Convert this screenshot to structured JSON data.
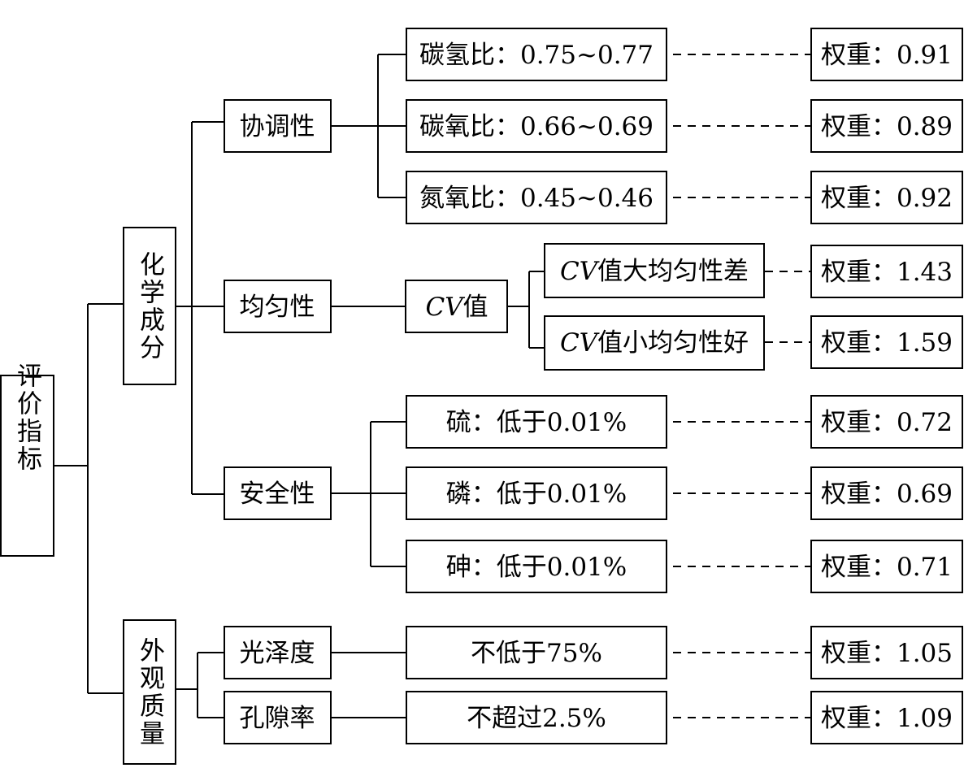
{
  "root": "评价指标",
  "level1": {
    "chemical": "化学成分",
    "appearance": "外观质量"
  },
  "level2": {
    "coordination": "协调性",
    "uniformity": "均匀性",
    "safety": "安全性",
    "gloss": "光泽度",
    "porosity": "孔隙率"
  },
  "level3": {
    "ch_ratio": "碳氢比：0.75~0.77",
    "co_ratio": "碳氧比：0.66~0.69",
    "no_ratio": "氮氧比：0.45~0.46",
    "cv_italic": "CV",
    "cv_suffix": "值",
    "sulfur": "硫：低于0.01%",
    "phosphorus": "磷：低于0.01%",
    "arsenic": "砷：低于0.01%",
    "gloss_req": "不低于75%",
    "porosity_req": "不超过2.5%"
  },
  "level4": {
    "cv_big": "值大均匀性差",
    "cv_small": "值小均匀性好"
  },
  "weights": {
    "ch": "权重：0.91",
    "co": "权重：0.89",
    "no": "权重：0.92",
    "cv_big": "权重：1.43",
    "cv_small": "权重：1.59",
    "sulfur": "权重：0.72",
    "phosphorus": "权重：0.69",
    "arsenic": "权重：0.71",
    "gloss": "权重：1.05",
    "porosity": "权重：1.09"
  }
}
